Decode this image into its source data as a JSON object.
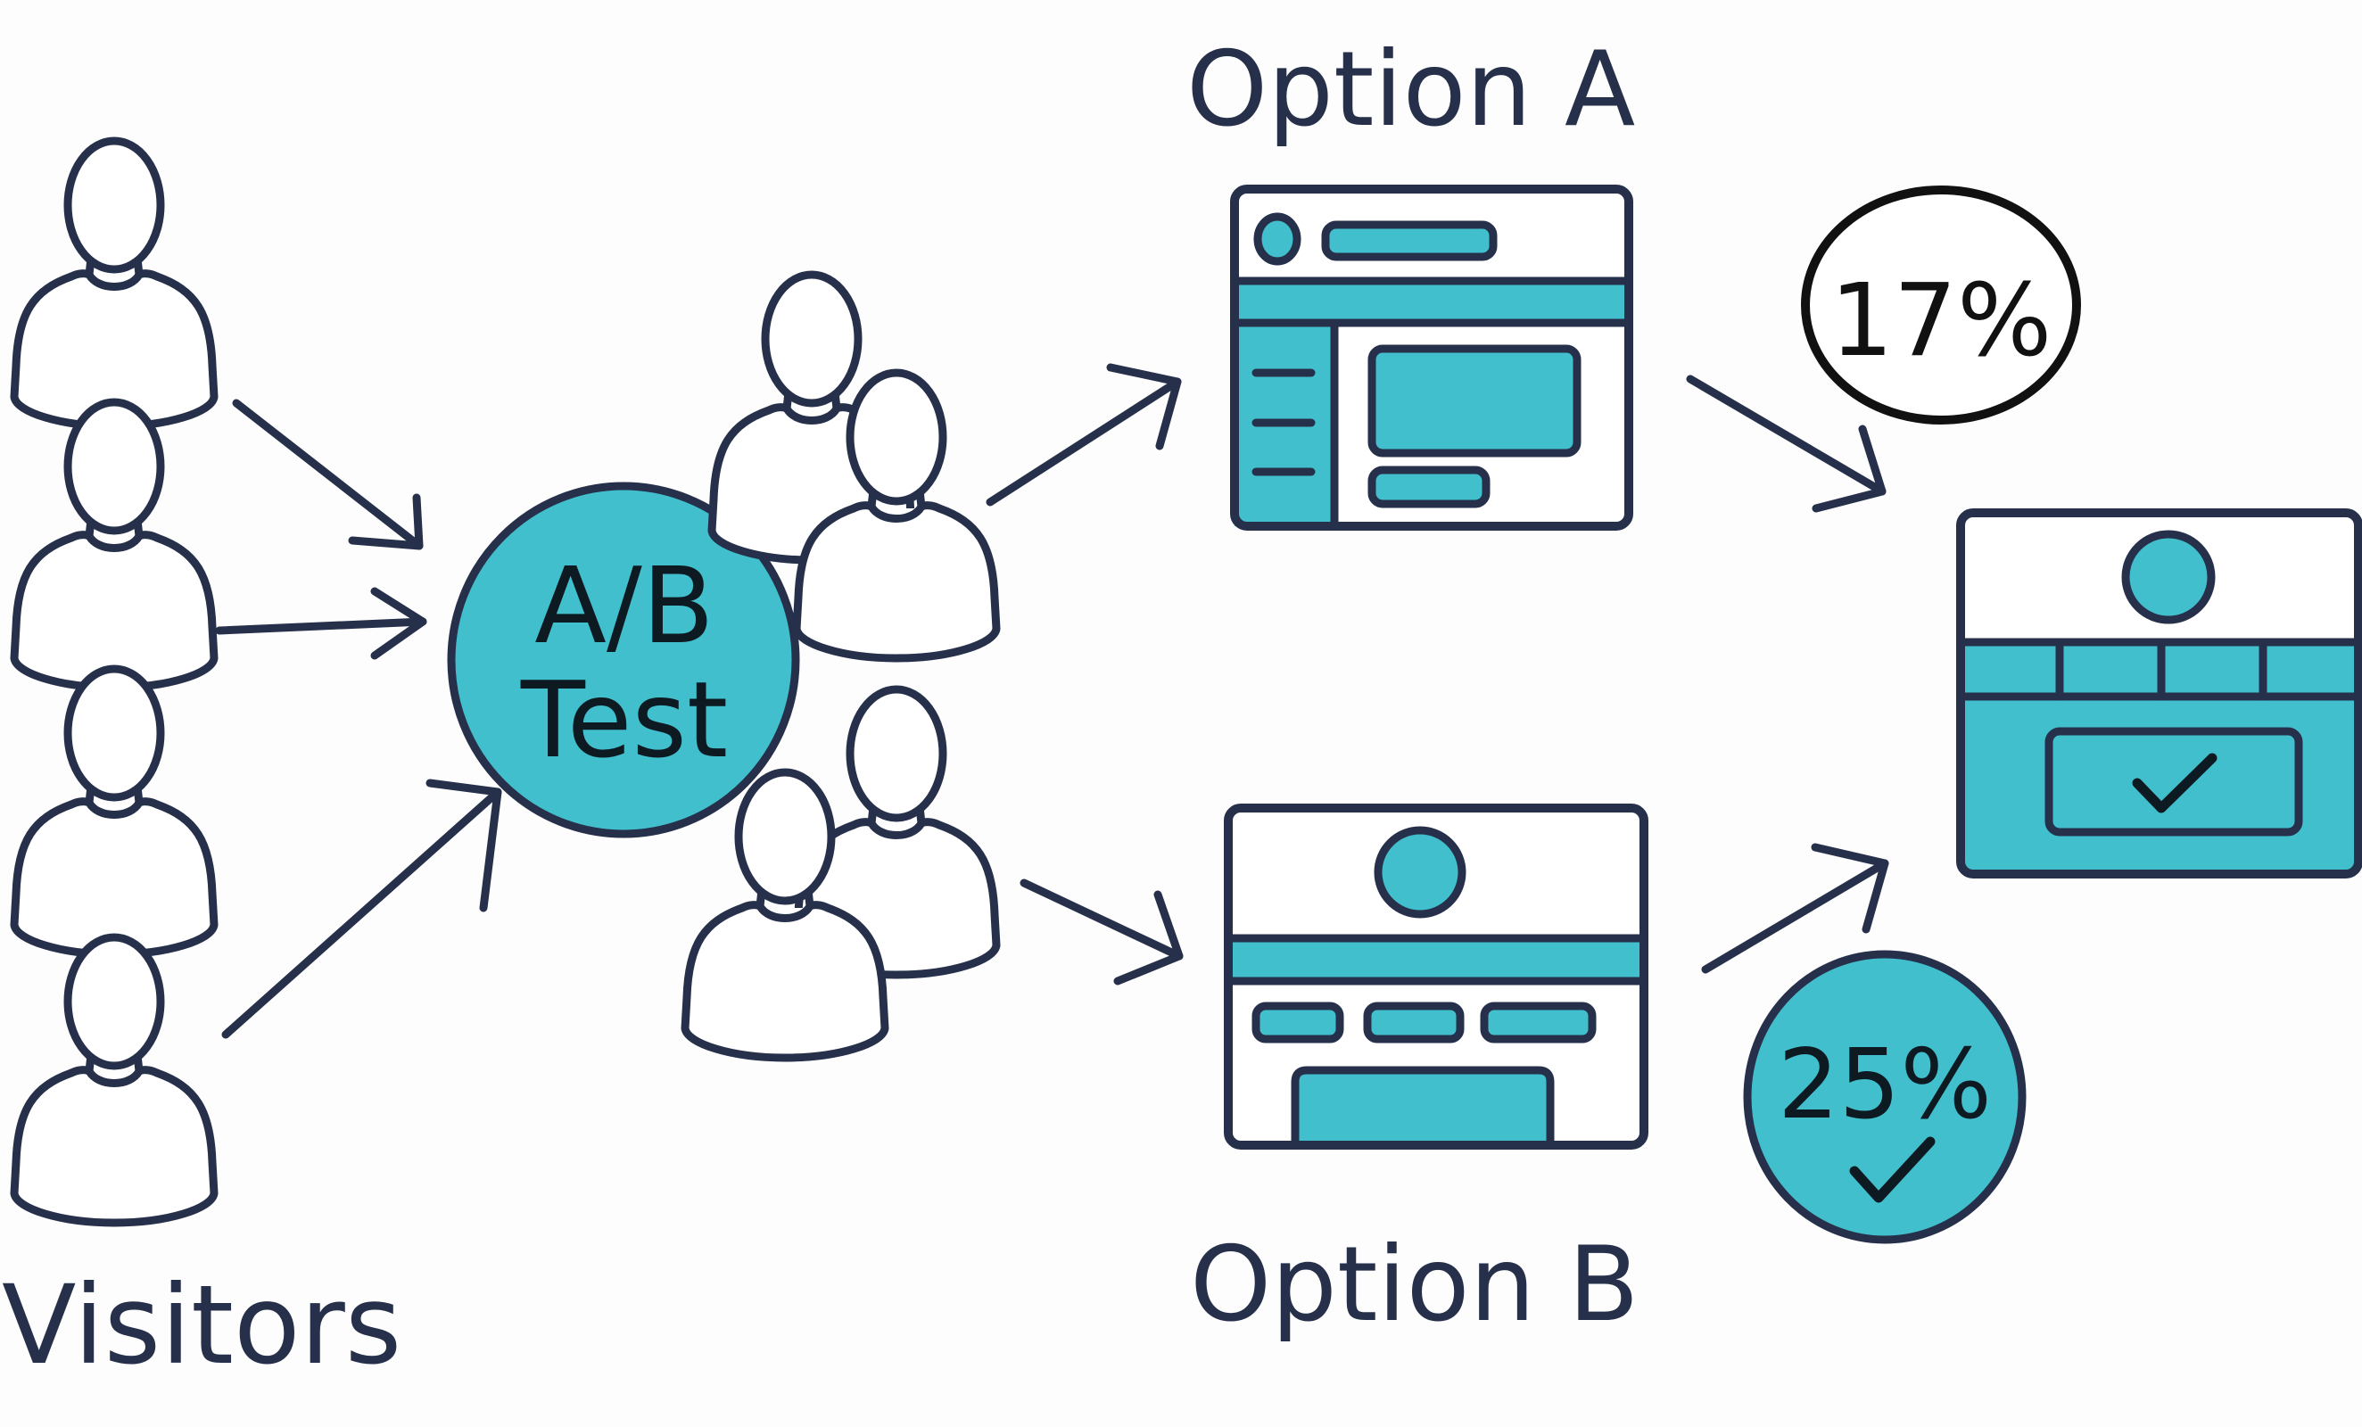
{
  "diagram": {
    "title_left": "Visitors",
    "center_node": {
      "line1": "A/B",
      "line2": "Test"
    },
    "option_a": {
      "label": "Option A",
      "conversion": "17%",
      "winner": false
    },
    "option_b": {
      "label": "Option B",
      "conversion": "25%",
      "winner": true
    },
    "visitor_count": 4,
    "colors": {
      "ink": "#26304a",
      "accent": "#42bfcd",
      "text_dark": "#0d1a22",
      "ring_black": "#111111"
    }
  }
}
